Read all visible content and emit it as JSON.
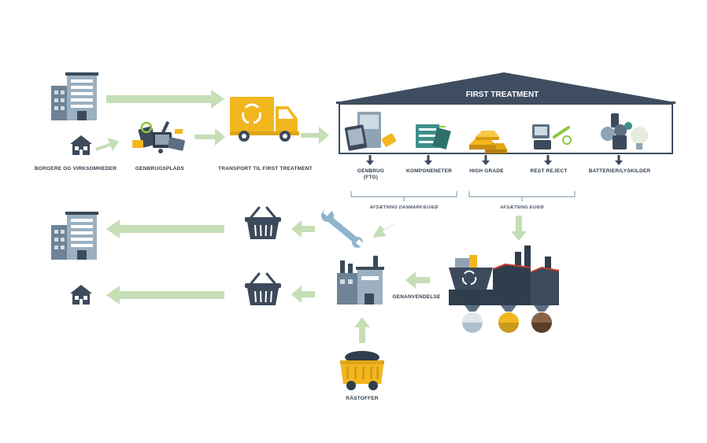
{
  "title": "FIRST TREATMENT",
  "labels": {
    "borgere": "BORGERE OG VIRKSOMHEDER",
    "genbrugsplads": "GENBRUGSPLADS",
    "transport": "TRANSPORT TIL FIRST TREATMENT",
    "genbrug_1": "GENBRUG",
    "genbrug_2": "(FTG)",
    "komponenter": "KOMPONENETER",
    "high_grade": "HIGH GRADE",
    "rest_reject": "REST REJECT",
    "batterier": "BATTERIER/LYSKILDER",
    "afsaetning_dk": "AFSÆTNING DANMARK/EU/EØ",
    "afsaetning_eu": "AFSÆTNING EU/EØ",
    "genanvendelse": "GENANVENDELSE",
    "rastoffer": "RÅSTOFFER"
  },
  "colors": {
    "arrow": "#c5deb5",
    "dark": "#3c4a5b",
    "roof": "#3e4d60",
    "building": "#8fa3b3",
    "truck": "#f2b71f",
    "teal": "#3f8f8b"
  },
  "icons": [
    "office-building-icon",
    "house-icon",
    "e-waste-pile-icon",
    "truck-icon",
    "recycle-icon",
    "electronics-icon",
    "circuit-board-icon",
    "gold-bars-icon",
    "scrap-icon",
    "batteries-bulbs-icon",
    "shopping-basket-icon",
    "wrench-icon",
    "factory-icon",
    "smelter-icon",
    "mine-cart-icon"
  ]
}
